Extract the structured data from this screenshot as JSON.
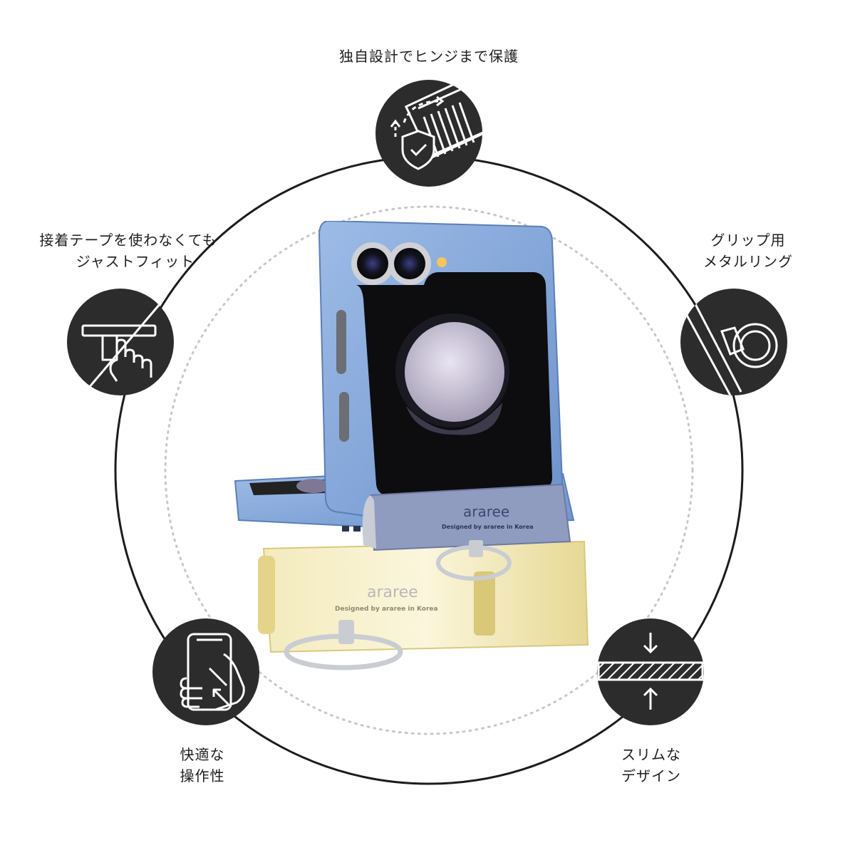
{
  "features": {
    "hinge": {
      "lines": [
        "独自設計でヒンジまで保護"
      ],
      "icon": "hinge-shield-icon"
    },
    "adhesive": {
      "lines": [
        "接着テープを使わなくても",
        "ジャストフィット"
      ],
      "icon": "no-tape-hand-icon"
    },
    "ring": {
      "lines": [
        "グリップ用",
        "メタルリング"
      ],
      "icon": "metal-ring-icon"
    },
    "grip": {
      "lines": [
        "快適な",
        "操作性"
      ],
      "icon": "hand-on-phone-icon"
    },
    "slim": {
      "lines": [
        "スリムな",
        "デザイン"
      ],
      "icon": "slim-layer-icon"
    }
  },
  "product": {
    "brand": "araree",
    "tagline": "Designed by araree in Korea",
    "colors": {
      "blue_case": "#7fa3d6",
      "cream_case": "#efe6b0",
      "screen": "#0d0d0f",
      "ring": "#c9cdd2"
    }
  },
  "colors": {
    "badge": "#2c2c2c",
    "outline": "#1c1c1c",
    "dotted_ring": "#c8c8c8"
  }
}
